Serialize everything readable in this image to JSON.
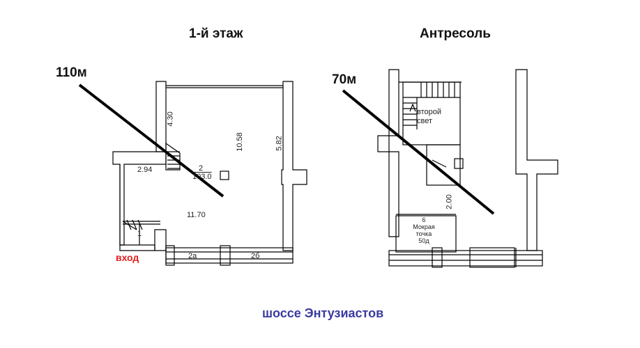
{
  "floor1": {
    "title": "1-й этаж",
    "area": "110м",
    "room_number": "2",
    "room_area": "103.0",
    "dims": [
      "4.30",
      "10.58",
      "5.82",
      "2.94",
      "11.70"
    ],
    "room_1": "1",
    "window_a": "2а",
    "window_b": "2б",
    "entrance": "вход"
  },
  "mezzanine": {
    "title": "Антресоль",
    "area": "70м",
    "second_light_line1": "второй",
    "second_light_line2": "свет",
    "dim": "2.00",
    "room_number": "6",
    "wet_point_line1": "Мокрая",
    "wet_point_line2": "точка",
    "wet_point_line3": "50д"
  },
  "street": "шоссе Энтузиастов",
  "colors": {
    "lines": "#000000",
    "entrance": "#e02020",
    "street": "#3a3aa0"
  }
}
